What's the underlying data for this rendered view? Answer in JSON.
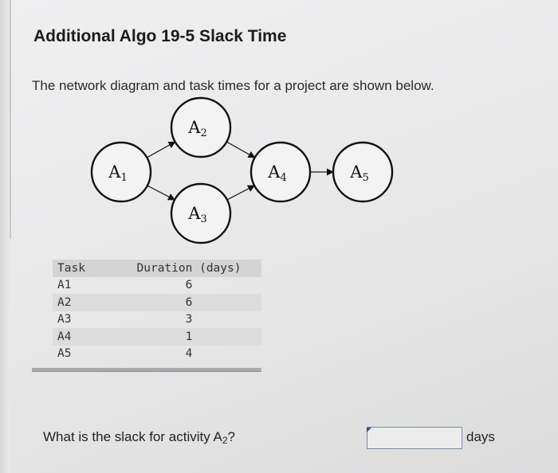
{
  "title": "Additional Algo 19-5 Slack Time",
  "intro": "The network diagram and task times for a project are shown below.",
  "diagram": {
    "nodes": [
      {
        "id": "A1",
        "letter": "A",
        "sub": "1"
      },
      {
        "id": "A2",
        "letter": "A",
        "sub": "2"
      },
      {
        "id": "A3",
        "letter": "A",
        "sub": "3"
      },
      {
        "id": "A4",
        "letter": "A",
        "sub": "4"
      },
      {
        "id": "A5",
        "letter": "A",
        "sub": "5"
      }
    ],
    "edges": [
      [
        "A1",
        "A2"
      ],
      [
        "A1",
        "A3"
      ],
      [
        "A2",
        "A4"
      ],
      [
        "A3",
        "A4"
      ],
      [
        "A4",
        "A5"
      ]
    ]
  },
  "table": {
    "headers": [
      "Task",
      "Duration (days)"
    ],
    "rows": [
      {
        "task": "A1",
        "duration": "6"
      },
      {
        "task": "A2",
        "duration": "6"
      },
      {
        "task": "A3",
        "duration": "3"
      },
      {
        "task": "A4",
        "duration": "1"
      },
      {
        "task": "A5",
        "duration": "4"
      }
    ]
  },
  "question": {
    "text": "What is the slack for activity A",
    "sub": "2",
    "end": "?",
    "answer_value": "",
    "unit": "days"
  }
}
